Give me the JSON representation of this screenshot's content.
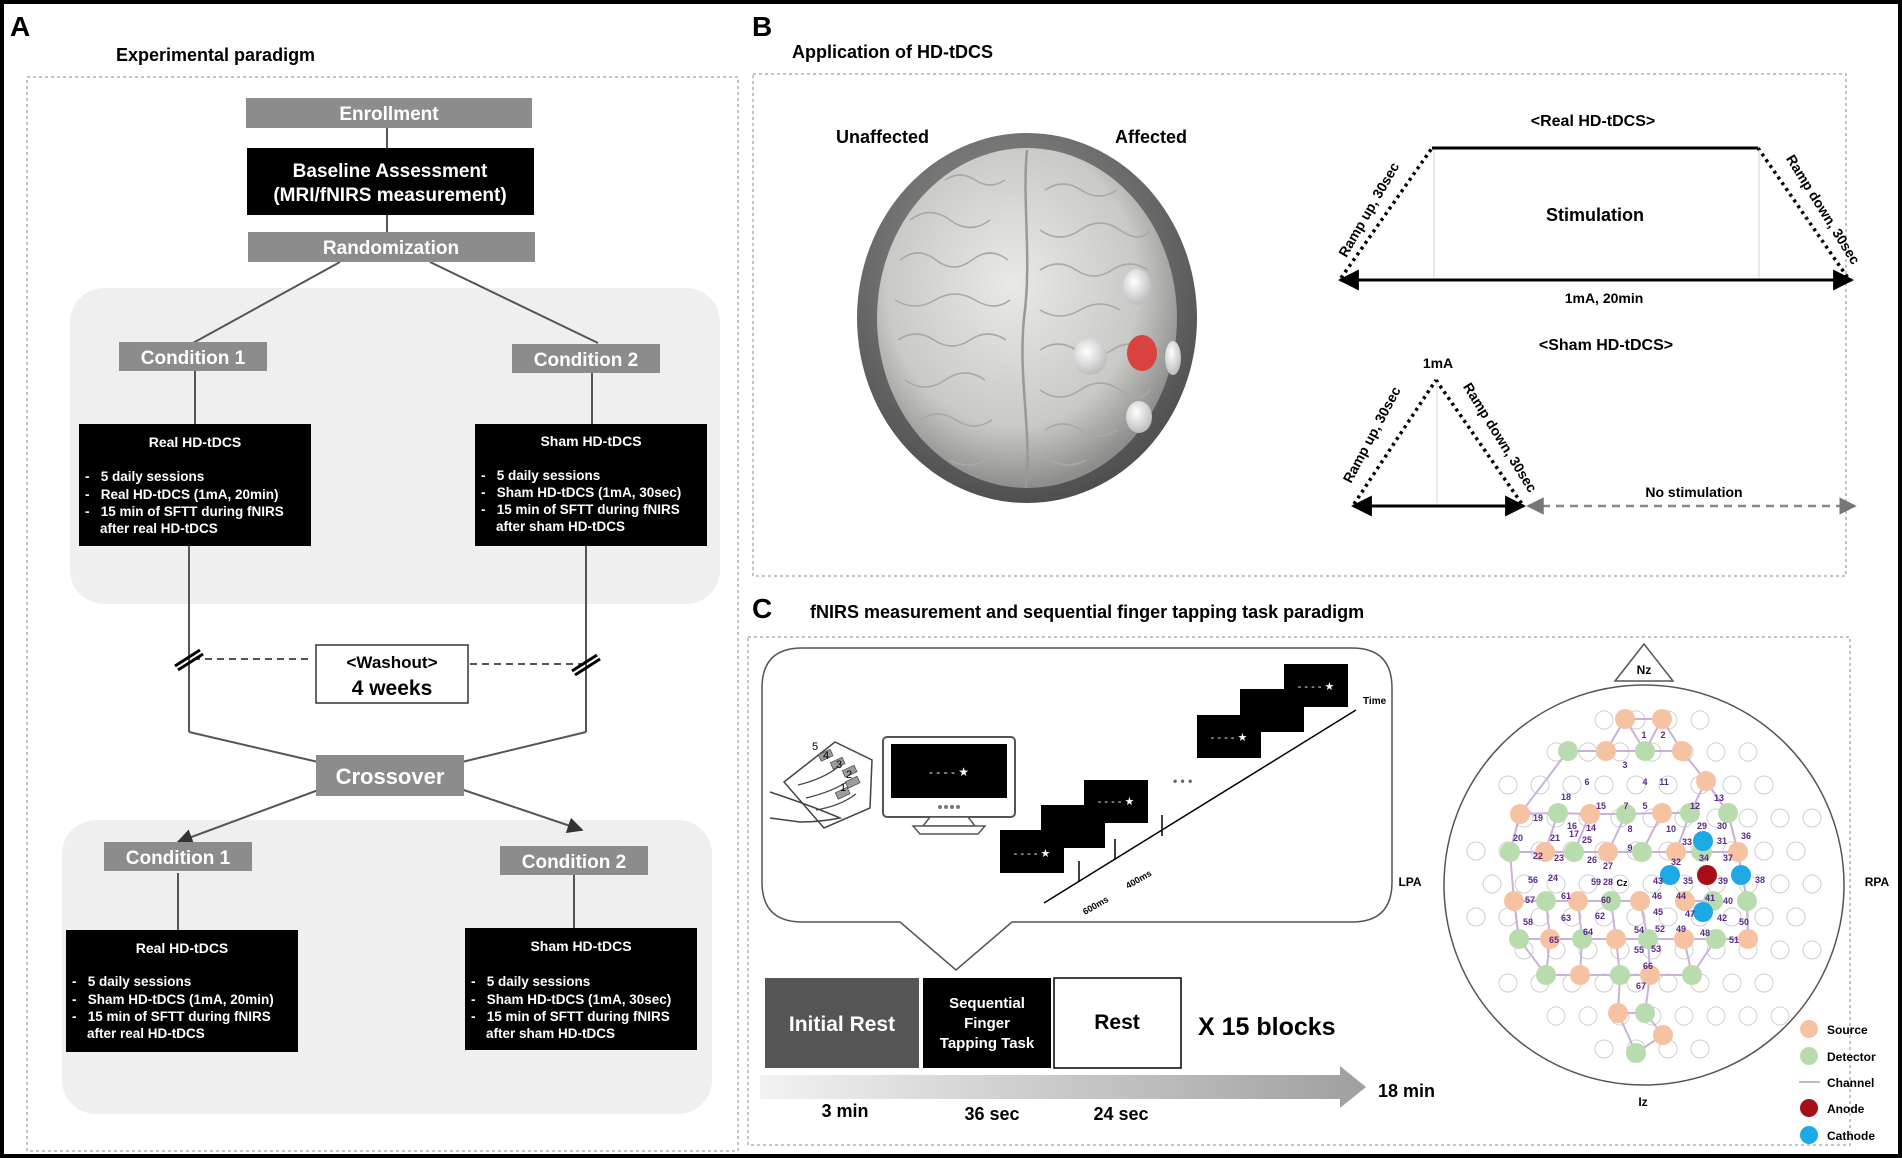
{
  "panelA": {
    "letter": "A",
    "title": "Experimental paradigm",
    "enrollment": "Enrollment",
    "baseline": [
      "Baseline Assessment",
      "(MRI/fNIRS measurement)"
    ],
    "randomization": "Randomization",
    "condition1": "Condition 1",
    "condition2": "Condition 2",
    "top_left_box": {
      "heading": "Real HD-tDCS",
      "lines": [
        "-   5 daily sessions",
        "-   Real HD-tDCS (1mA, 20min)",
        "-   15 min of SFTT during fNIRS",
        "    after real HD-tDCS"
      ]
    },
    "top_right_box": {
      "heading": "Sham HD-tDCS",
      "lines": [
        "-   5 daily sessions",
        "-   Sham HD-tDCS (1mA, 30sec)",
        "-   15 min of SFTT during fNIRS",
        "    after sham HD-tDCS"
      ]
    },
    "washout": [
      "<Washout>",
      "4 weeks"
    ],
    "crossover": "Crossover",
    "bottom_left_box": {
      "heading": "Real HD-tDCS",
      "lines": [
        "-   5 daily sessions",
        "-   Sham HD-tDCS (1mA, 20min)",
        "-   15 min of SFTT during fNIRS",
        "    after real HD-tDCS"
      ]
    },
    "bottom_right_box": {
      "heading": "Sham HD-tDCS",
      "lines": [
        "-   5 daily sessions",
        "-   Sham HD-tDCS (1mA, 30sec)",
        "-   15 min of SFTT during fNIRS",
        "    after sham HD-tDCS"
      ]
    }
  },
  "panelB": {
    "letter": "B",
    "title": "Application of HD-tDCS",
    "unaffected": "Unaffected",
    "affected": "Affected",
    "real_title": "<Real HD-tDCS>",
    "ramp_up": "Ramp up, 30sec",
    "ramp_down": "Ramp down, 30sec",
    "stimulation": "Stimulation",
    "real_duration": "1mA, 20min",
    "sham_title": "<Sham HD-tDCS>",
    "sham_peak": "1mA",
    "no_stimulation": "No stimulation"
  },
  "panelC": {
    "letter": "C",
    "title": "fNIRS measurement and sequential finger tapping task paradigm",
    "time_label": "Time",
    "keypad_digits": [
      "5",
      "4",
      "3",
      "2",
      "1"
    ],
    "screen_sequence": "- - - - ★",
    "ms_600": "600ms",
    "ms_400": "400ms",
    "ellipsis": "• • •",
    "blocks": {
      "initial_rest": "Initial Rest",
      "task": [
        "Sequential",
        "Finger",
        "Tapping Task"
      ],
      "rest": "Rest",
      "repeat": "X 15 blocks"
    },
    "durations": {
      "initial": "3 min",
      "task": "36 sec",
      "rest": "24 sec",
      "total": "18 min"
    },
    "montage": {
      "nz": "Nz",
      "iz": "Iz",
      "lpa": "LPA",
      "rpa": "RPA",
      "cz": "Cz",
      "legend": [
        "Source",
        "Detector",
        "Channel",
        "Anode",
        "Cathode"
      ],
      "channels": [
        "1",
        "2",
        "3",
        "4",
        "5",
        "6",
        "7",
        "8",
        "9",
        "10",
        "11",
        "12",
        "13",
        "14",
        "15",
        "16",
        "17",
        "18",
        "19",
        "20",
        "21",
        "22",
        "23",
        "24",
        "25",
        "26",
        "27",
        "28",
        "29",
        "30",
        "31",
        "32",
        "33",
        "34",
        "35",
        "36",
        "37",
        "38",
        "39",
        "40",
        "41",
        "42",
        "43",
        "44",
        "45",
        "46",
        "47",
        "48",
        "49",
        "50",
        "51",
        "52",
        "53",
        "54",
        "55",
        "56",
        "57",
        "58",
        "59",
        "60",
        "61",
        "62",
        "63",
        "64",
        "65",
        "66",
        "67"
      ]
    }
  },
  "colors": {
    "source": "#f6c3a2",
    "detector": "#b9dcae",
    "channel": "#c9b2d9",
    "anode": "#a50f15",
    "cathode": "#1ca9e6",
    "gray_box": "#8c8c8c",
    "rounded_bg": "#efefef",
    "channel_num": "#5a2a8a"
  }
}
